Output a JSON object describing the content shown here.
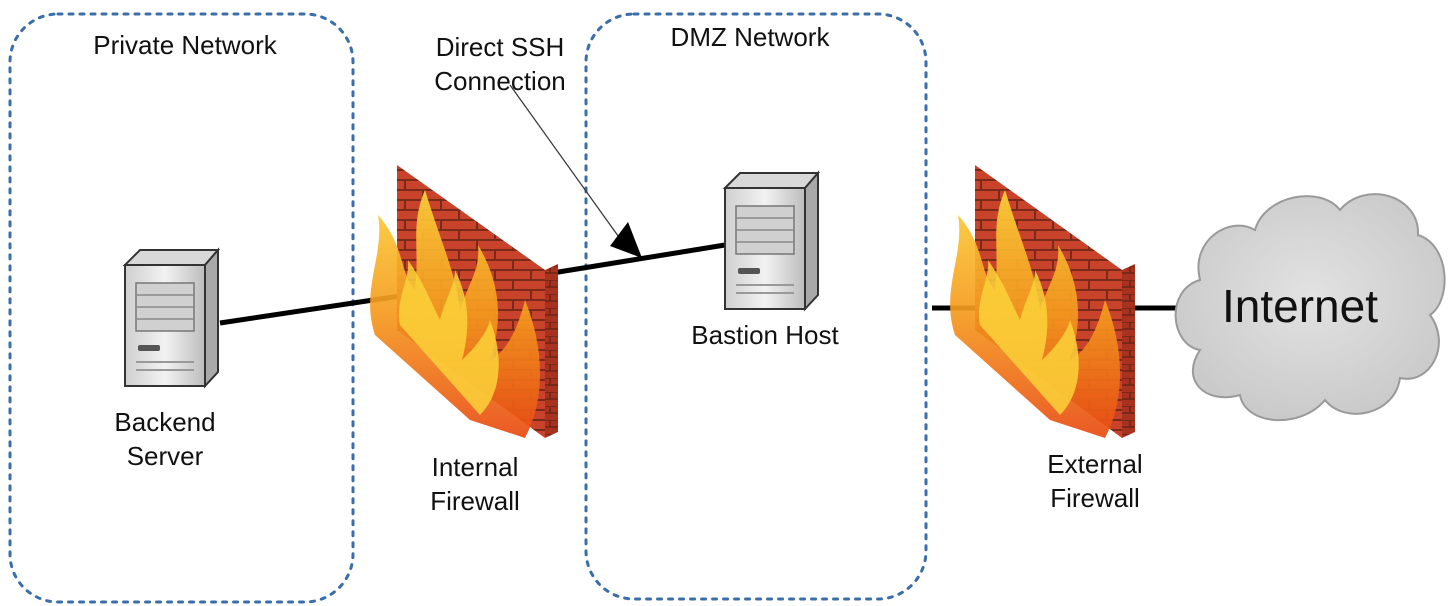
{
  "zones": {
    "private": {
      "label": "Private Network"
    },
    "dmz": {
      "label": "DMZ Network"
    }
  },
  "nodes": {
    "backend": {
      "line1": "Backend",
      "line2": "Server",
      "icon": "server-icon"
    },
    "bastion": {
      "label": "Bastion Host",
      "icon": "server-icon"
    },
    "internal_firewall": {
      "line1": "Internal",
      "line2": "Firewall",
      "icon": "firewall-icon"
    },
    "external_firewall": {
      "line1": "External",
      "line2": "Firewall",
      "icon": "firewall-icon"
    },
    "internet": {
      "label": "Internet",
      "icon": "cloud-icon"
    }
  },
  "annotations": {
    "ssh": {
      "line1": "Direct SSH",
      "line2": "Connection"
    }
  },
  "colors": {
    "zone_border": "#3a6eaa",
    "brick": "#c9432b",
    "mortar": "#7a2a1a",
    "flame_outer": "#f07a1c",
    "flame_inner": "#fcd23a",
    "cloud": "#d4d4d4",
    "server": "#e6e6e6"
  }
}
